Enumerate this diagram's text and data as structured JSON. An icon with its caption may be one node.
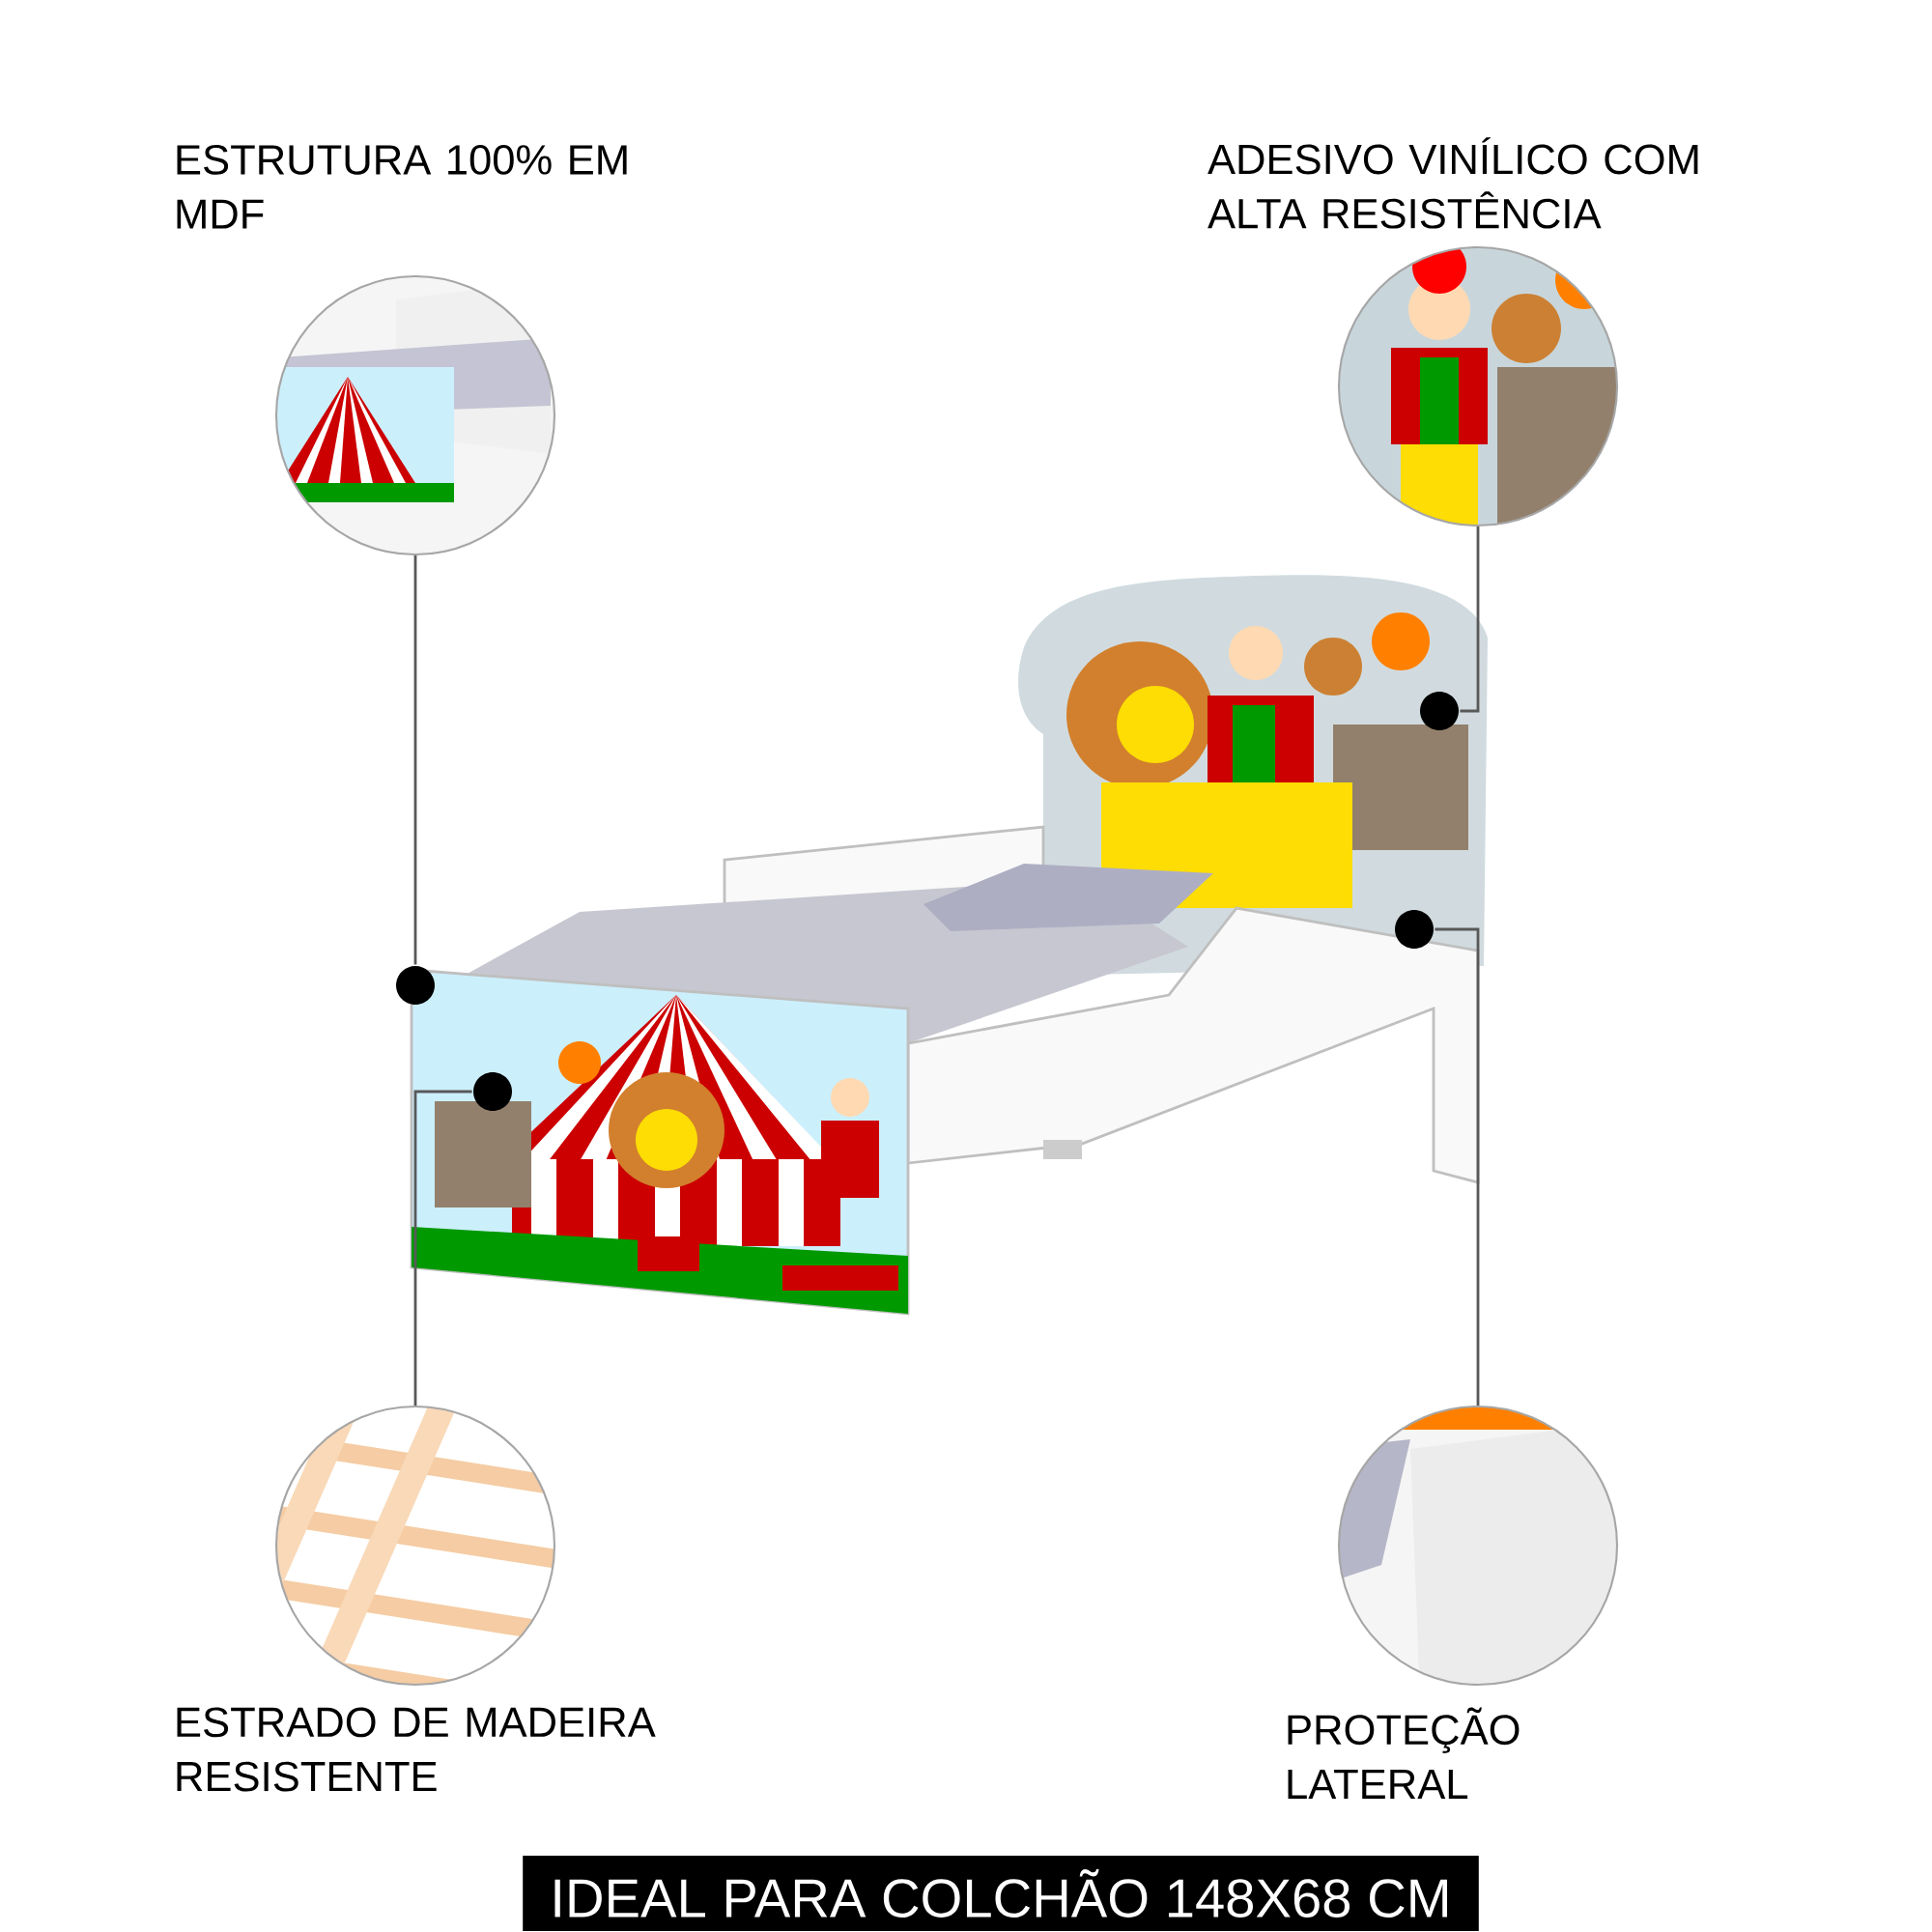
{
  "diagram": {
    "nodes": [
      {
        "text": [
          "ESTRUTURA 100% EM MDF"
        ]
      },
      {
        "text": [
          "ADESIVO VINÍLICO COM ALTA RESISTÊNCIA"
        ]
      },
      {
        "text": [],
        "shape": "circle"
      },
      {
        "text": [],
        "shape": "circle"
      },
      {
        "text": [],
        "shape": "circle"
      },
      {
        "text": [],
        "shape": "circle"
      },
      {
        "text": [
          "ESTRADO DE MADEIRA RESISTENTE"
        ]
      },
      {
        "text": [
          "PROTEÇÃO LATERAL"
        ]
      }
    ],
    "edges": [
      {
        "from": 0,
        "to": 2,
        "arrow": "none"
      },
      {
        "from": 1,
        "to": 3,
        "arrow": "none"
      },
      {
        "from": 6,
        "to": 4,
        "arrow": "none"
      },
      {
        "from": 7,
        "to": 5,
        "arrow": "none"
      }
    ],
    "labels": [
      "IDEAL PARA COLCHÃO 148X68 CM"
    ]
  }
}
